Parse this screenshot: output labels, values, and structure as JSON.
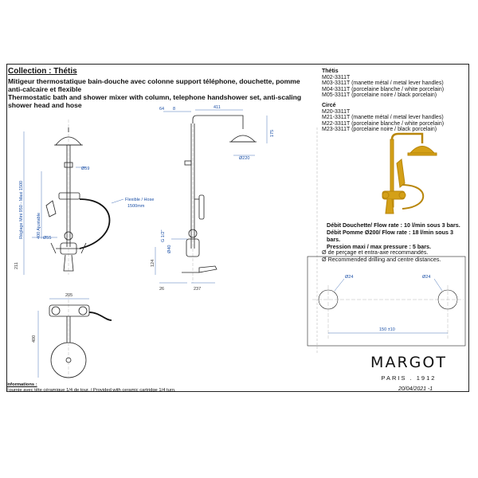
{
  "header": {
    "collection": "Collection : Thétis",
    "desc_fr": "Mitigeur thermostatique bain-douche avec colonne support téléphone, douchette, pomme anti-calcaire et flexible",
    "desc_en": "Thermostatic bath and shower mixer with column, telephone handshower set, anti-scaling shower head and hose"
  },
  "models": {
    "group1_title": "Thétis",
    "group1": [
      "M02-3311T",
      "M03-3311T (manette métal / metal lever handles)",
      "M04-3311T (porcelaine blanche / white porcelain)",
      "M05-3311T (porcelaine noire / black porcelain)"
    ],
    "group2_title": "Circé",
    "group2": [
      "M20-3311T",
      "M21-3311T (manette métal / metal lever handles)",
      "M22-3311T (porcelaine blanche / white porcelain)",
      "M23-3311T (porcelaine noire / black porcelain)"
    ]
  },
  "specs": [
    "Débit Douchette/ Flow rate : 10 l/min sous 3 bars.",
    "Débit Pomme Ø200/ Flow rate : 18 l/min sous 3 bars.",
    "Pression maxi / max pressure : 5 bars."
  ],
  "drilling": {
    "title_fr": "Ø de perçage et entra-axe recommandés.",
    "title_en": "Ø Recommended drilling and centre distances.",
    "left_dia": "Ø24",
    "right_dia": "Ø24",
    "span": "150 ±10"
  },
  "dims_front": {
    "d59": "Ø59",
    "d55": "Ø55",
    "hose1": "Flexible / Hose",
    "hose2": "1500mm",
    "v_range": "Réglage Mini 950 - Maxi 1500",
    "v_adj": "400 Ajustable",
    "h211": "211"
  },
  "dims_side": {
    "top64": "64",
    "top8": "8",
    "top411": "411",
    "r175": "175",
    "d220": "Ø220",
    "g12": "G 1/2\"",
    "d40": "Ø40",
    "h124": "124",
    "b26": "26",
    "b237": "237"
  },
  "dims_top": {
    "w205": "205",
    "h400": "400"
  },
  "info": {
    "title": "Informations :",
    "text": "Fournie avec tête céramique 1/4 de tour. / Provided with ceramic cartridge 1/4 turn."
  },
  "brand": {
    "name": "MARGOT",
    "city": "PARIS . 1912",
    "date": "20/04/2021 -1"
  },
  "colors": {
    "brass": "#d4a017",
    "line": "#222222",
    "dim_blue": "#1a4fa6"
  }
}
